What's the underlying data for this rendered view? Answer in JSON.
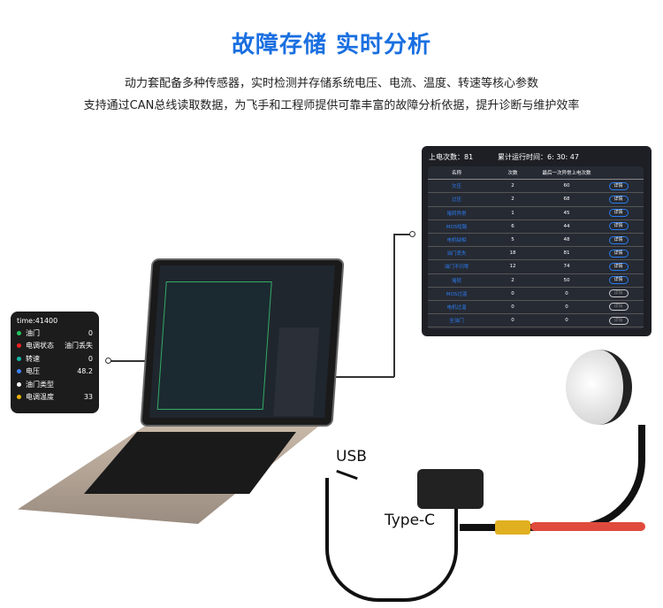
{
  "title": "故障存储 实时分析",
  "subtitle_lines": [
    "动力套配备多种传感器，实时检测并存储系统电压、电流、温度、转速等核心参数",
    "支持通过CAN总线读取数据，为飞手和工程师提供可靠丰富的故障分析依据，提升诊断与维护效率"
  ],
  "fault_panel": {
    "power_on_label": "上电次数：81",
    "runtime_label": "累计运行时间：",
    "runtime": "6: 30: 47",
    "headers": [
      "名称",
      "次数",
      "最后一次异常上电次数",
      ""
    ],
    "rows": [
      {
        "name": "欠压",
        "count": "2",
        "last": "60",
        "action": "详情",
        "active": true
      },
      {
        "name": "过压",
        "count": "2",
        "last": "68",
        "action": "详情",
        "active": true
      },
      {
        "name": "堵转异常",
        "count": "1",
        "last": "45",
        "action": "详情",
        "active": true
      },
      {
        "name": "MOS短路",
        "count": "6",
        "last": "44",
        "action": "详情",
        "active": true
      },
      {
        "name": "电机缺相",
        "count": "5",
        "last": "48",
        "action": "详情",
        "active": true
      },
      {
        "name": "油门丢失",
        "count": "18",
        "last": "81",
        "action": "详情",
        "active": true
      },
      {
        "name": "油门不归零",
        "count": "12",
        "last": "74",
        "action": "详情",
        "active": true
      },
      {
        "name": "堵转",
        "count": "2",
        "last": "50",
        "action": "详情",
        "active": true
      },
      {
        "name": "MOS过温",
        "count": "0",
        "last": "0",
        "action": "详情",
        "active": false
      },
      {
        "name": "电机过温",
        "count": "0",
        "last": "0",
        "action": "详情",
        "active": false
      },
      {
        "name": "全油门",
        "count": "0",
        "last": "0",
        "action": "详情",
        "active": false
      }
    ]
  },
  "live_panel": {
    "time": "time:41400",
    "items": [
      {
        "label": "油门",
        "value": "0",
        "color": "#22c55e"
      },
      {
        "label": "电调状态",
        "value": "油门丢失",
        "color": "#ef2020"
      },
      {
        "label": "转速",
        "value": "0",
        "color": "#14b8a6"
      },
      {
        "label": "电压",
        "value": "48.2",
        "color": "#3b82f6"
      },
      {
        "label": "油门类型",
        "value": "",
        "color": "#ffffff"
      },
      {
        "label": "电调温度",
        "value": "33",
        "color": "#eab308"
      }
    ]
  },
  "labels": {
    "usb": "USB",
    "typec": "Type-C"
  }
}
